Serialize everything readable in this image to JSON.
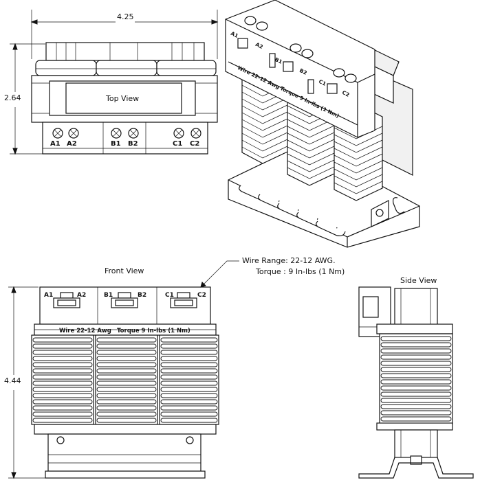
{
  "views": {
    "top_view": "Top View",
    "front_view": "Front View",
    "side_view": "Side View"
  },
  "dimensions": {
    "width": "4.25",
    "depth": "2.64",
    "height": "4.44"
  },
  "terminals": {
    "a1": "A1",
    "a2": "A2",
    "b1": "B1",
    "b2": "B2",
    "c1": "C1",
    "c2": "C2"
  },
  "callout": {
    "wire_range": "Wire Range: 22-12 AWG.",
    "torque": "Torque : 9 In-lbs (1 Nm)"
  },
  "front_label": {
    "wire": "Wire 22-12 Awg",
    "torque": "Torque 9 In-lbs (1 Nm)"
  },
  "iso_label": {
    "wire": "Wire 22-12 Awg",
    "torque": "Torque 9 In-lbs (1 Nm)"
  }
}
